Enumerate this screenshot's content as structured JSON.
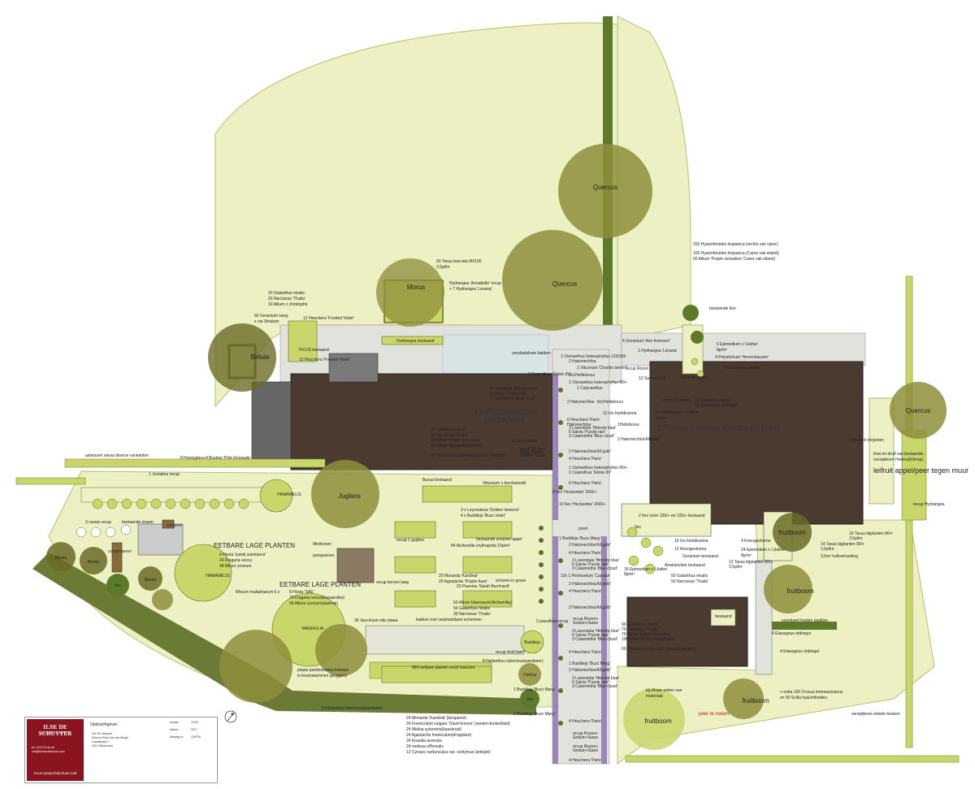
{
  "trees": {
    "quercus_1": "Quercus",
    "quercus_2": "Quercus",
    "quercus_3": "Quercus",
    "betula": "Betula",
    "morus": "Morus",
    "juglans": "Juglans",
    "hamamelis_1": "HAMAMELIS",
    "hamamelis_2": "HAMAMELIS",
    "magnolia": "MAGNOLIA",
    "rhodo_1": "Rhodo",
    "rhodo_2": "Rhodo",
    "rhodo_3": "Rhodo",
    "ilex_1": "Ilex",
    "ilex_2": "Ilex",
    "ilex_3": "Ilex",
    "fruitboom_1": "fruitboom",
    "fruitboom_2": "fruitboom",
    "fruitboom_3": "fruitboom",
    "fruitboom_4": "fruitboom",
    "buddleja": "Buddleja",
    "clethra": "Clethra"
  },
  "labels": {
    "taxus_baccata": "60 Taxus baccata 80/100",
    "taxus_baccata_sub": "3,5p/lm",
    "hydrangea_annabelle": "Hydrangea 'Annabelle' recup",
    "hydrangea_levana": "+ 7 Hydrangea 'Levana'",
    "hyac_1": "200 Hyacinthoides hispanica (rechts van vijver)",
    "hyac_2": "100 Hyacinthoides hispanica (Carex vak eiland)",
    "hyac_3": "60 Allium 'Purple sensation' Carex vak eiland)",
    "galanthus_nivalis": "20 Galanthus nivalis",
    "narcissus_thalia": "20 Narcissus 'Thalia'",
    "allium_christophii": "10 Allium x christophii",
    "geranium_sang": "60 Geranium sang.",
    "geranium_sang_2": "x var.Striatum",
    "ficus": "FICUS bestaand",
    "heuchera_frosted_1": "12 Heuchera 'Frosted Violet'",
    "heuchera_frosted_2": "12 Heuchera 'Frosted Violet'",
    "hydrangea_bestaand": "Hydrangea bestaand",
    "verplaatsbare_bakken": "verplaatsbare bakken",
    "osmanthus_1": "1 Osmanthus heterophyllus 125/150",
    "hakonechloa_1": "2 Hakonechloa",
    "viburnum_charles": "1 Viburnum 'Charles lamont'",
    "ceanothus_1": "2 Ceanothus 'Gloire dV'",
    "helleborus": "8x1Helleborus",
    "osmanthus_2": "1 Osmanthus heterophyllus 80/+",
    "calycanthus_1": "1 Calycanthus",
    "lavendula": "9 Lavendula 'Hidcote blue'",
    "salvia": "6 Salvia 'Purple rain'",
    "calamintha": "3 Calamintha 'Blue cloud'",
    "leifruit_1": "3 leifruit:abrikoos/",
    "leifruit_2": "perzik/kers",
    "galanthus_2": "20 Galanthus nivalis",
    "narcissus_2": "20 Narcissus 'Thalia'",
    "allium_purple": "30 Allium 'Purple sensation'",
    "allium_sphaero": "50 Allium 'Sphaerocephalum'",
    "hyacinthus_orient": "40 Hyacinthus orientalis (paarse vlakken)",
    "calycanthus_2": "1 Calycanthus",
    "recup_rozen": "recup Rozen",
    "hakonechloa_2": "2 Hakonechloa",
    "heuchera_paris_1": "6 Heuchera 'Paris'",
    "hakonechloa_3": "Hakonechloa",
    "helleborus_2": "8x1Helleborus",
    "iris_foetidissima": "12 Iris foetidissima",
    "helleborus_3": "1Helleborus",
    "sarcococca": "12 Sarcococca",
    "rozen_bestaand": "rozen bestaand",
    "gerarium_ann": "4 Geranium 'Ann thomson'",
    "hydrangea_levana_1": "1 Hydrangea 'Levana'",
    "epimedium_1": "6 Epimedium x 'Lilafee'",
    "epimedium_1b": "8p/m²",
    "polystichum": "4 Polystichum 'Herrenhausen'",
    "bestaande_ilex": "bestaande Ilex",
    "galanthus_3": "20 Galanthus nivalis",
    "galanthus_4": "20 Galanthus nivalis",
    "hyacinthus_2": "20 Hyacinthus orientalis",
    "prunus_cerasus": "2 Prunus cerasus 'Griotte du Nord'",
    "epimedium_2": "16 Epimedium x 'Lilafee'",
    "epimedium_2b": "8p/m²",
    "hakonechloa_gold": "2 Hakonechloa'All gold'",
    "hakonechloa_gold_2": "2 Hakonechloa'All gold'",
    "heuchera_paris_2": "4 Heuchera 'Paris'",
    "osmanthus_3": "1 Osmanthus heterophyllus 80/+",
    "ceanothus_2": "2 Ceanothus 'Gloire dV'",
    "heuchera_paris_3": "6 Heuchera 'Paris'",
    "ilex_heckenfee": "8 Ilex 'Heckenfee' 20/0/+",
    "ilex_heckenfee_2": "10 Ilex 'Heckenfee' 20/0/+",
    "ilex_vorm": "2 Ilex vorm 150/+ en 125/+ bestaand",
    "leifruit_muur": "leifruit appel/peer tegen muur",
    "kiwi": "Kiwi en druif van bestaande",
    "kiwi_2": "verwijderen Hedera(klimop)",
    "recup_hydrangea": "recup Hydrangea",
    "asbessen": "asbessen nieuw diverse varieteiten",
    "honingbes": "8 Honingbes+4 Bosbes 'Pink limonade'",
    "jostabes": "1 Jostabes recup",
    "cassis": "3 cassis recup",
    "bestaande_braam": "bestaande braam",
    "compost": "compost",
    "composteren": "composteren",
    "eetbare_1": "EETBARE LAGE PLANTEN",
    "hosta_sum": "4 Hosta 'sum& substance'",
    "fragaria": "24 Fragaria vesca",
    "allium_ursinum": "48 Allium ursinum",
    "rheum": "Rheum rhabarbarum 6 x",
    "eetbare_2": "EETBARE LAGE PLANTEN",
    "hosta_sae": "8 Hosta 'SAE'",
    "fragaria_2": "72 Fragaria vesca(bosaardbei)",
    "allium_ursinum_2": "96 Allium ursinum(daslook)",
    "vaccinium": "36 Vaccinium vitis idaea",
    "buxus": "Buxus bestaand",
    "viburnum_burk": "Viburnum x burckwoodii",
    "leycesteria": "3 x Leycesteria 'Golden lanterns'",
    "buddleja_violet": "4 x Buddleja 'Buzz violet'",
    "recup_gojibes": "recup 2 gojibes",
    "bestaande_appel": "bestaande snoeren appel",
    "alchemilla": "84 Alchemilla erythopoda 10p/m²",
    "monarda": "20 Monarda 'Kardinal'",
    "agastache": "20 Agastache 'Purple haze'",
    "recup_kersen": "recup kersen laag",
    "paeonia": "20 Paeonia 'Sarah Bernhardt'",
    "allium_tuber": "50 Allium tuberosum(Alchemilla)",
    "galanthus_5": "50 Galanthus nivalis",
    "narcissus_3": "30 Narcissus 'Thalia'",
    "minibonen": "Minibonen",
    "pompoenen": "pompoenen",
    "bakken_schermen": "bakken met verplaatsbare schermen",
    "recup_druif": "recup druif,kiwi?",
    "mix_eetbare": "MIX eetbare planten en/of insecten",
    "plaats_paddestoel": "plaats paddestoelen kweken",
    "plaats_paddestoel_2": "in boomstammen (pluggen)",
    "helianthus_1": "8 Helianthus tuberosus(aardpeer)",
    "helianthus_2": "8 Helianthus tuberosus(aardpeer)",
    "monarda_2": "24 Monarda 'Kardinal' (bergamot)",
    "foeniculum": "24 Foeniculum vulgare 'Giant bronze' (venkel donkerblad)",
    "melisa": "24 Melisa sylvestris(kaaskruid)",
    "agastache_2": "24 Agastache foeniculum(dropplant)",
    "knautia": "24 Knautia arvensis",
    "melissa": "24 melissa officinalis",
    "cynara": "12 Cynara cardunculus var. scolymus (artisjok)",
    "poort": "poort",
    "buddleja_marg_1": "1 Buddleja 'Buzz Marg.'",
    "hakonechloa_gold_3": "2 Hakonechloa'All gold'",
    "heuchera_paris_4": "4 Heuchera 'Paris'",
    "pennisetum": "12x 1 Pennisetum 'Cassian'",
    "hakonechloa_gold_4": "2 Hakonechloa'All gold'",
    "heuchera_paris_5": "4 Heuchera 'Paris'",
    "hakonechloa_gold_5": "2 Hakonechloa'All gold'",
    "passiflora": "2 passiflora recup",
    "heuchera_paris_6": "4 Heuchera 'Paris'",
    "buddleja_marg_2": "1 Buddleja 'Buzz Marg.'",
    "hakonechloa_gold_6": "2 Hakonechloa'All gold'",
    "buddleja_marg_3": "1 Buddleja 'Buzz Marg.'",
    "buddleja_marg_4": "1 Buddleja 'Buzz Marg.'",
    "heuchera_paris_7": "4 Heuchera 'Paris'",
    "heuchera_paris_8": "4 Heuchera 'Paris'",
    "iris_foet_2": "16 Iris foetidissima",
    "kirengeshoma_1": "12 Kirengeshoma",
    "kirengeshoma_2": "4 Kirengeshoma",
    "geranium_bestaand": "Geranium bestaand",
    "amelanchier": "Amelanchier bestaand",
    "epimedium_3": "16 Epimedium x 'Lilafee'",
    "epimedium_3b": "8p/m²",
    "epimedium_4": "24 Epimedium x 'Lilafee'",
    "epimedium_4b": "8p/m²",
    "galanthus_6": "50 Galanthus nivalis",
    "narcissus_4": "50 Narcissus 'Thalia'",
    "taxus_bij_1": "16 Taxus bijplanten 80/+",
    "taxus_bij_1b": "3,5p/lm",
    "taxus_bij_2": "14 Taxus bijplanten 80/+",
    "taxus_bij_2b": "3,5p/lm",
    "taxus_bij_3": "12 Taxus bijplanten 80/+",
    "taxus_bij_3b": "3,5p/lm",
    "halfverharding": "3,5m² halfverharding",
    "galanthus_7": "90 Galanthus nivalis",
    "narcissus_5": "70 Narcissus 'Thalia'",
    "allium_purple_2": "70 Allium 'Purple sensation'",
    "allium_sphaero_2": "100 Allium 'Sphaerocephalum'",
    "hyacinthus_3": "60 Hyacinthus orientalis (paarse vlakken)",
    "bestaand": "bestaand",
    "eventueel_houten": "eventueel houten paaltjes",
    "elaeagnus_1": "4 Elaeagnus ebbingei",
    "elaeagnus_2": "4 Elaeagnus ebbingei",
    "bij_elkaar": "bij elkaar zetten van",
    "materiaal": "materiaal",
    "crocus": "+ extra 100 Crocus tommasinianus",
    "scilla": "en 50 Scilla hyacinthoides",
    "peer_te_rooien": "peer te rooien",
    "verwijderen_beuken": "verwijderen enkele beuken",
    "vroeg_rozen": "recup Rozen",
    "lavendula_2": "3 Lavendula 'Hidcote blue'",
    "salvia_2": "6 Salvia 'Purple rain'",
    "calamintha_2": "3 Calamintha 'Blue cloud'",
    "lavendula_3": "3 Lavendula 'Hidcote blue'",
    "salvia_3": "6 Salvia 'Purple rain'",
    "calamintha_3": "3 Calamintha 'Blue cloud'",
    "lavendula_4": "3 Lavendula 'Hidcote blue'",
    "salvia_4": "6 Salvia 'Purple rain'",
    "calamintha_4": "3 Calamintha 'Blue cloud'",
    "lavendula_5": "3 Lavendula 'Hidcote blue'",
    "salvia_5": "6 Salvia 'Purple rain'",
    "calamintha_5": "3 Calamintha 'Blue cloud'",
    "recup_rozen_sedum_1": "recup Rozen+",
    "sedum_1": "Sedum+Saxis",
    "recup_rozen_sedum_2": "recup Rozen+",
    "sedum_2": "Sedum+Saxis",
    "recup_rozen_sedum_3": "recup Rozen+",
    "sedum_3": "Sedum+Saxis",
    "recup_rozen_sedum_4": "recup Rozen+",
    "sedum_4": "Sedum+Saxis",
    "schoren": "schoren in groen",
    "vergroten": "bestaand vergroten"
  },
  "title_block": {
    "company_name": "ILSE DE SCHUYTER",
    "company_sub": "TUINONTWERP",
    "phone": "tel. 0475 43 60 46",
    "email": "info@tuinarchitectuur.com",
    "website": "www.tuinarchitectuur.com",
    "client_label": "Opdrachtgever:",
    "client_name": "Hof Ter Weyden",
    "client_line2": "Erika en Paul Van den Bergh",
    "client_line3": "Goedeplaat 1",
    "client_line4": "2310 Rijkevorsel",
    "schaal_label": "schaal:",
    "schaal_value": "1/100",
    "datum_label": "datum:",
    "datum_value": "2017",
    "drawing_label": "drawing nr:",
    "drawing_value": "12HTW"
  },
  "colors": {
    "lawn": "#ecf0c2",
    "bed_green": "#c9d66a",
    "tree_olive": "#8e8e3a",
    "tree_dark": "#6b6b25",
    "roof_brown": "#4b3a30",
    "paving_grey": "#e2e2dc",
    "hedge_dark": "#5c7a2a",
    "purple_strip": "#9a86b8",
    "brand_red": "#8a1520"
  }
}
